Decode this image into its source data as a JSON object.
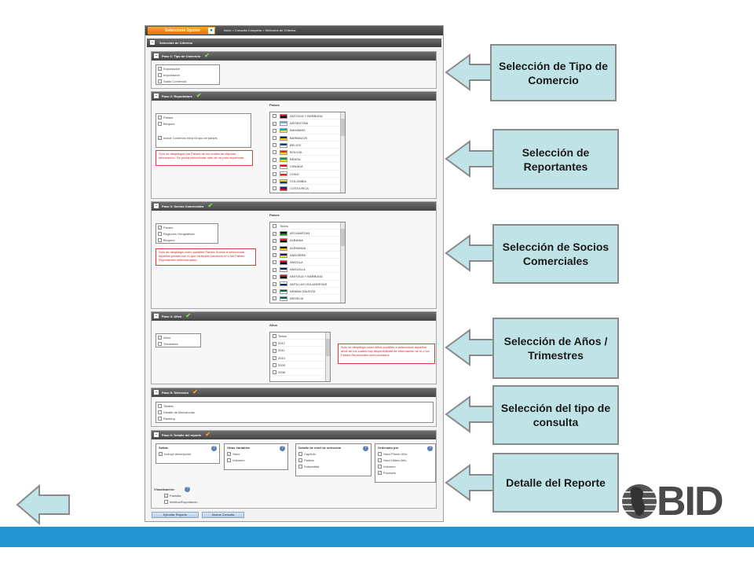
{
  "app": {
    "menu_label": "Seleccione Opción",
    "breadcrumb": "Inicio  >  Consulta Completa  >  Selección de Criterios",
    "main_header": "Selección de Criterios"
  },
  "step1": {
    "title": "Paso 1: Tipo de Comercio",
    "options": [
      {
        "label": "Exportación",
        "checked": true
      },
      {
        "label": "Importación",
        "checked": false
      },
      {
        "label": "Saldo Comercial",
        "checked": false
      }
    ]
  },
  "step2": {
    "title": "Paso 2: Reportantes",
    "options": [
      {
        "label": "Países",
        "checked": true
      },
      {
        "label": "Bloques",
        "checked": false
      }
    ],
    "intra_label": "Incluir Comercio Intra Grupo de países",
    "warning": "Solo se despliegan los Países de los cuales se dispone información. Se podrá seleccionar más de un país reportante.",
    "list_title": "Países",
    "countries": [
      {
        "name": "ANTIGUA Y BARBUDA",
        "checked": false,
        "c1": "#c8102e",
        "c2": "#000000"
      },
      {
        "name": "ARGENTINA",
        "checked": true,
        "c1": "#74acdf",
        "c2": "#ffffff"
      },
      {
        "name": "BAHAMAS",
        "checked": false,
        "c1": "#00abc9",
        "c2": "#fae042"
      },
      {
        "name": "BARBADOS",
        "checked": false,
        "c1": "#00267f",
        "c2": "#ffc726"
      },
      {
        "name": "BELICE",
        "checked": false,
        "c1": "#003f87",
        "c2": "#ffffff"
      },
      {
        "name": "BOLIVIA",
        "checked": false,
        "c1": "#d52b1e",
        "c2": "#f9e300"
      },
      {
        "name": "BRASIL",
        "checked": false,
        "c1": "#009c3b",
        "c2": "#ffdf00"
      },
      {
        "name": "CANADA",
        "checked": false,
        "c1": "#ff0000",
        "c2": "#ffffff"
      },
      {
        "name": "CHILE",
        "checked": false,
        "c1": "#ffffff",
        "c2": "#d52b1e"
      },
      {
        "name": "COLOMBIA",
        "checked": false,
        "c1": "#fcd116",
        "c2": "#003893"
      },
      {
        "name": "COSTA RICA",
        "checked": false,
        "c1": "#002b7f",
        "c2": "#ce1126"
      }
    ]
  },
  "step3": {
    "title": "Paso 3: Socios Comerciales",
    "options": [
      {
        "label": "Países",
        "checked": true
      },
      {
        "label": "Regiones Geográficas",
        "checked": false
      },
      {
        "label": "Bloques",
        "checked": false
      }
    ],
    "warning": "Solo se despliega como posibles Países Socios a seleccionar aquellos países con lo que ha tenido comercio el o los Países Reportantes seleccionados.",
    "list_title": "Países",
    "countries": [
      {
        "name": "Todos",
        "checked": false,
        "c1": "",
        "c2": ""
      },
      {
        "name": "AFGANISTAN",
        "checked": true,
        "c1": "#000000",
        "c2": "#009900"
      },
      {
        "name": "ALBANIA",
        "checked": true,
        "c1": "#e41e20",
        "c2": "#000000"
      },
      {
        "name": "ALEMANIA",
        "checked": true,
        "c1": "#000000",
        "c2": "#ffce00"
      },
      {
        "name": "ANDORRA",
        "checked": true,
        "c1": "#10069f",
        "c2": "#fedf00"
      },
      {
        "name": "ANGOLA",
        "checked": true,
        "c1": "#cc092f",
        "c2": "#000000"
      },
      {
        "name": "ANGUILLA",
        "checked": true,
        "c1": "#012169",
        "c2": "#ffffff"
      },
      {
        "name": "ANTIGUA Y BARBUDA",
        "checked": true,
        "c1": "#c8102e",
        "c2": "#000000"
      },
      {
        "name": "ANTILLAS HOLANDESAS",
        "checked": true,
        "c1": "#ffffff",
        "c2": "#012a87"
      },
      {
        "name": "ARABIA SAUDITA",
        "checked": true,
        "c1": "#006c35",
        "c2": "#ffffff"
      },
      {
        "name": "ARGELIA",
        "checked": true,
        "c1": "#006233",
        "c2": "#ffffff"
      }
    ]
  },
  "step4": {
    "title": "Paso 4: Años",
    "options": [
      {
        "label": "Años",
        "checked": true
      },
      {
        "label": "Trimestres",
        "checked": false
      }
    ],
    "list_title": "Años",
    "years": [
      {
        "label": "Todos",
        "checked": false
      },
      {
        "label": "2012",
        "checked": true
      },
      {
        "label": "2011",
        "checked": true
      },
      {
        "label": "2010",
        "checked": true
      },
      {
        "label": "2009",
        "checked": false
      },
      {
        "label": "2008",
        "checked": false
      }
    ],
    "warning": "Solo se despliega como Años posibles a seleccionar aquellos años de los cuales hay disponibilidad de información de el o los Países Reportantes seleccionados."
  },
  "step5": {
    "title": "Paso 5: Selección",
    "options": [
      {
        "label": "Totales",
        "checked": false
      },
      {
        "label": "Detalle de Mercancías",
        "checked": false
      },
      {
        "label": "Ranking",
        "checked": false
      }
    ]
  },
  "step6": {
    "title": "Paso 6: Detalle del reporte",
    "salida_title": "Salida",
    "salida_options": [
      {
        "label": "Incluye descripción",
        "checked": true
      }
    ],
    "otras_title": "Otras Variables",
    "otras_options": [
      {
        "label": "Valor",
        "checked": true
      },
      {
        "label": "Volumen",
        "checked": false
      }
    ],
    "nivel_title": "Detalle de nivel de selección",
    "nivel_options": [
      {
        "label": "Capítulo",
        "checked": false
      },
      {
        "label": "Partida",
        "checked": false
      },
      {
        "label": "Subpartida",
        "checked": false
      }
    ],
    "orden_title": "Ordenado por",
    "orden_options": [
      {
        "label": "Valor Primer Año",
        "checked": false
      },
      {
        "label": "Valor Ultimo Año",
        "checked": false
      },
      {
        "label": "Volumen",
        "checked": false
      },
      {
        "label": "Producto",
        "checked": true
      }
    ],
    "visual_title": "Visualización:",
    "visual_options": [
      {
        "label": "Pantalla",
        "checked": true
      },
      {
        "label": "Archivo/Exportación",
        "checked": false
      }
    ],
    "btn_run": "Ejecutar Reporte",
    "btn_new": "Nueva Consulta"
  },
  "callouts": [
    "Selección de Tipo de Comercio",
    "Selección de Reportantes",
    "Selección de Socios Comerciales",
    "Selección de Años / Trimestres",
    "Selección del tipo de consulta",
    "Detalle del Reporte"
  ],
  "logo_text": "BID",
  "colors": {
    "callout_fill": "#bfe3e6",
    "bottom_bar": "#2596d2",
    "orange_menu": "#ff8a1a",
    "check_green": "#7ee04d",
    "warning_red": "#d21f1f"
  }
}
